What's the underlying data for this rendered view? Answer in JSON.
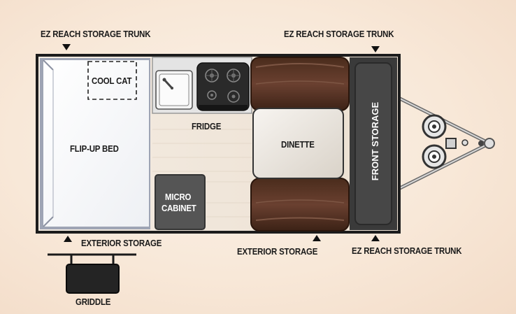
{
  "labels": {
    "trunk_left": "EZ REACH STORAGE TRUNK",
    "trunk_top_right": "EZ REACH STORAGE TRUNK",
    "trunk_bottom_right": "EZ REACH STORAGE TRUNK",
    "cool_cat": "COOL CAT",
    "fridge": "FRIDGE",
    "flip_up_bed": "FLIP-UP BED",
    "dinette": "DINETTE",
    "micro_line1": "MICRO",
    "micro_line2": "CABINET",
    "front_storage": "FRONT STORAGE",
    "exterior_storage_left": "EXTERIOR STORAGE",
    "exterior_storage_center": "EXTERIOR STORAGE",
    "griddle": "GRIDDLE"
  }
}
